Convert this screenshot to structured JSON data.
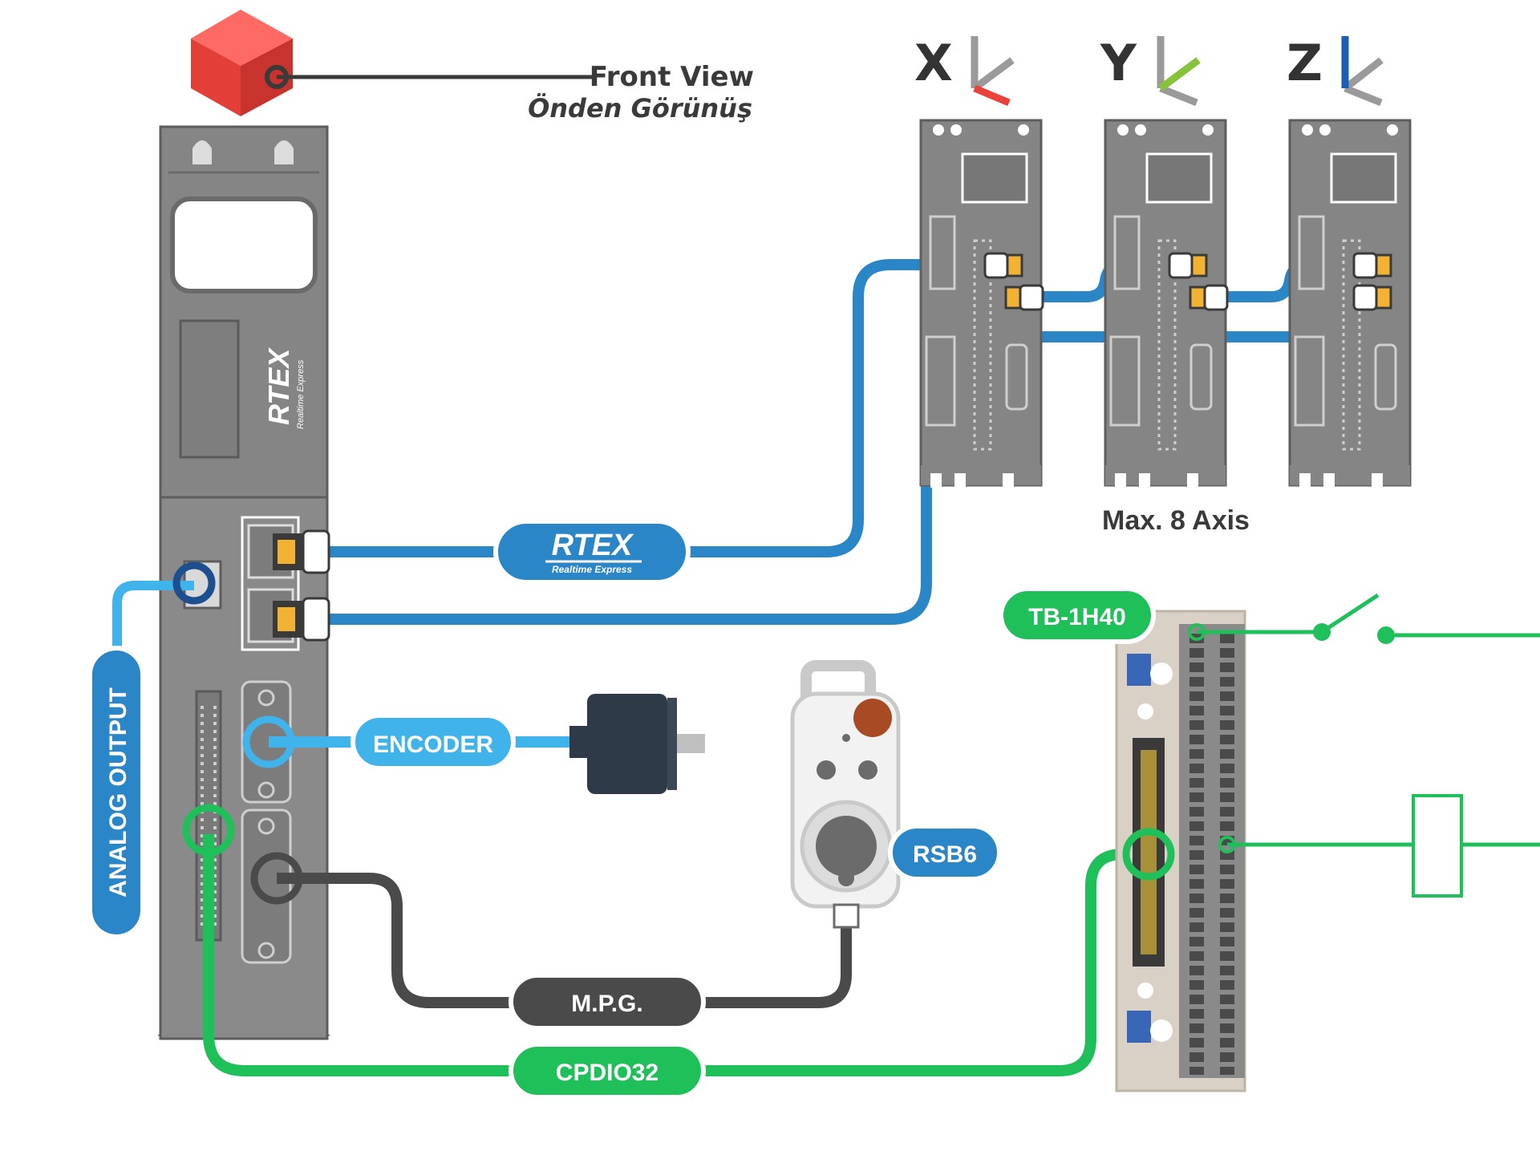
{
  "header": {
    "front_view": "Front View",
    "front_view_tr": "Önden Görünüş"
  },
  "controller": {
    "brand": "RTEX",
    "brand_sub": "Realtime Express"
  },
  "axes": [
    {
      "letter": "X",
      "arrow_color": "#e8423a"
    },
    {
      "letter": "Y",
      "arrow_color": "#86c23a"
    },
    {
      "letter": "Z",
      "arrow_color": "#1a5fb4"
    }
  ],
  "max_axis": "Max. 8 Axis",
  "pills": {
    "rtex": "RTEX",
    "rtex_sub": "Realtime Express",
    "encoder": "ENCODER",
    "analog_output": "ANALOG OUTPUT",
    "mpg": "M.P.G.",
    "cpdio": "CPDIO32",
    "rsb6": "RSB6",
    "terminal": "TB-1H40"
  },
  "colors": {
    "rtex_blue": "#2b86c8",
    "light_blue": "#3fb3ea",
    "green": "#1fbf5a",
    "dark": "#4a4a4a",
    "device_gray": "#858585",
    "red_cube": "#f04a45"
  }
}
